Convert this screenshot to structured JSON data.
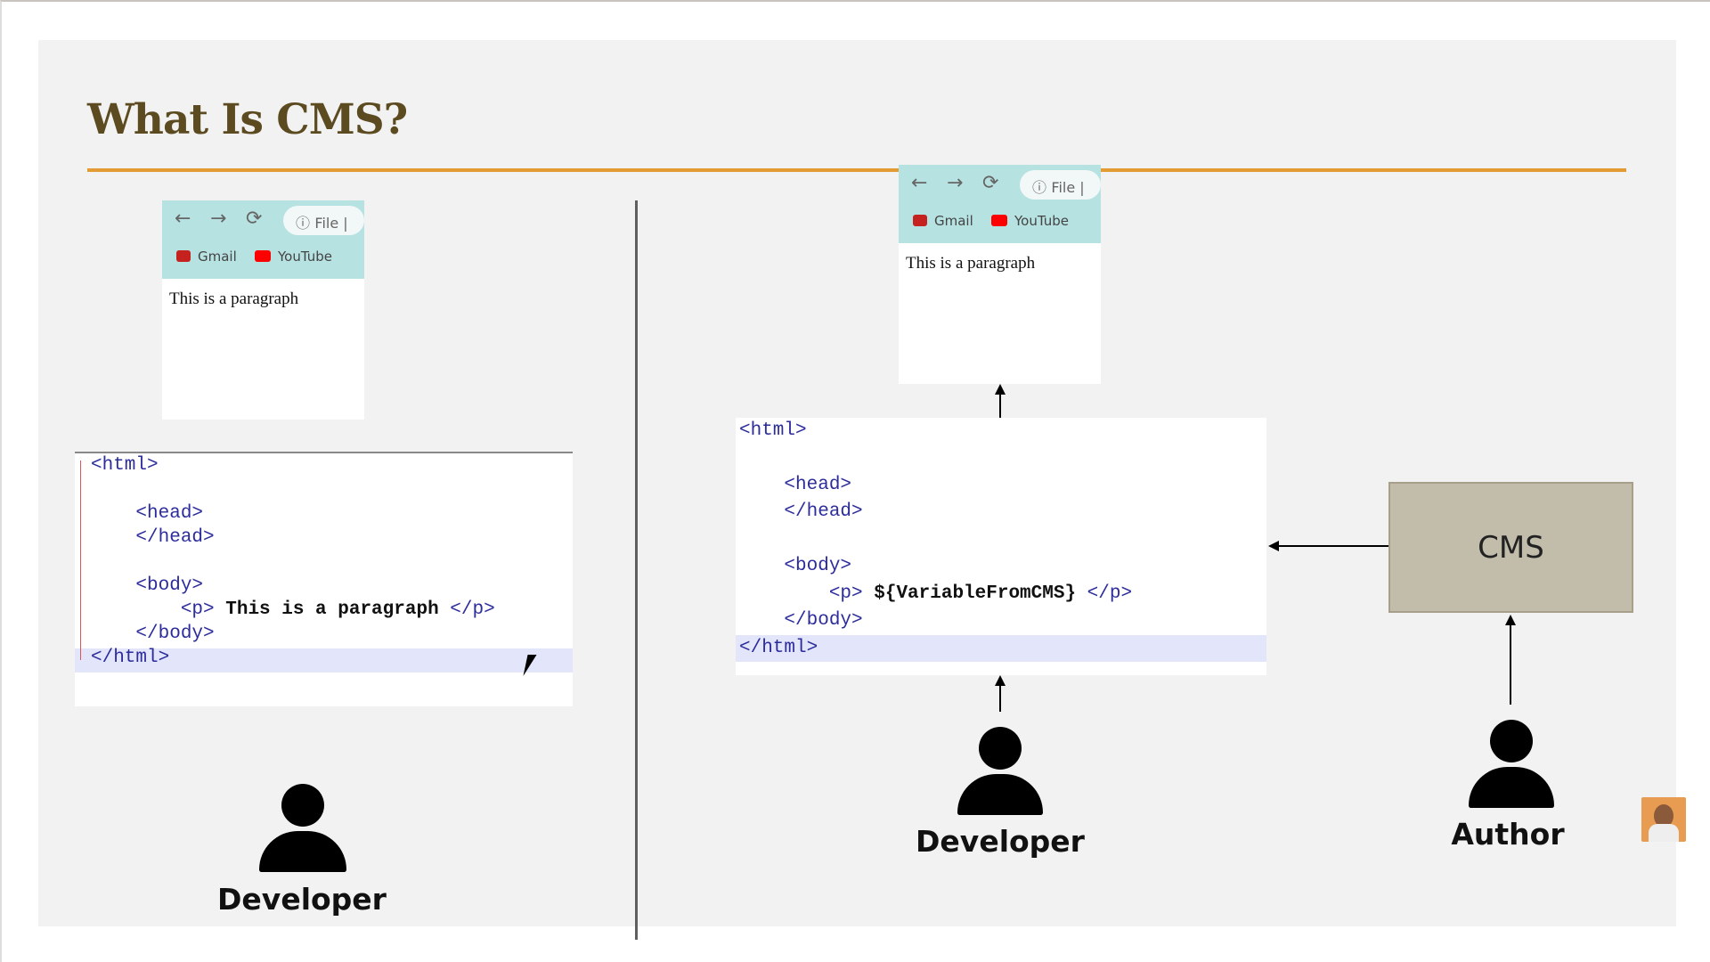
{
  "slide": {
    "title": "What Is CMS?"
  },
  "browser": {
    "back_glyph": "←",
    "forward_glyph": "→",
    "reload_glyph": "⟳",
    "omnibox_icon": "ⓘ",
    "omnibox_text": "File |",
    "bookmarks": [
      {
        "label": "Gmail",
        "color": "#c5221f"
      },
      {
        "label": "YouTube",
        "color": "#ff0000"
      }
    ]
  },
  "left": {
    "preview_text": "This is a paragraph",
    "code_lines": [
      "<html>",
      "",
      "    <head>",
      "    </head>",
      "",
      "    <body>",
      "        <p> ",
      "    </body>",
      "</html>"
    ],
    "code_p_text": "This is a paragraph",
    "code_p_close": " </p>",
    "person_label": "Developer"
  },
  "right": {
    "preview_text": "This is a paragraph",
    "code_lines": [
      "<html>",
      "",
      "    <head>",
      "    </head>",
      "",
      "    <body>",
      "        <p> ",
      "    </body>",
      "</html>"
    ],
    "code_p_text": "${VariableFromCMS}",
    "code_p_close": " </p>",
    "developer_label": "Developer",
    "cms_label": "CMS",
    "author_label": "Author"
  },
  "colors": {
    "title": "#5c4a20",
    "rule": "#e39b34",
    "browser_bar": "#b7e2e2",
    "cms_box": "#c2bcab"
  }
}
